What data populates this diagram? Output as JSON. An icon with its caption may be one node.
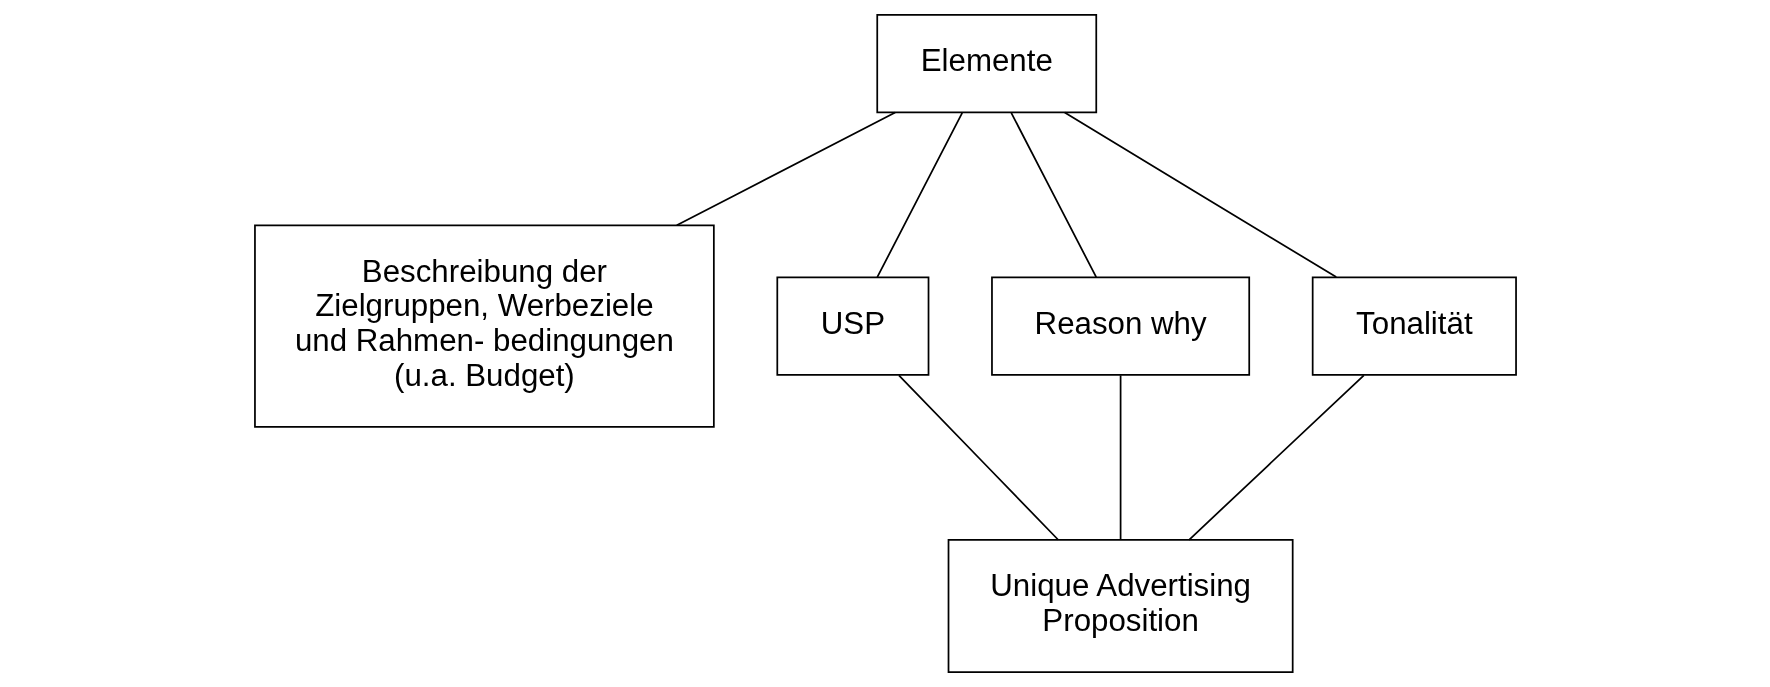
{
  "diagram": {
    "nodes": [
      {
        "text": [
          "Elemente"
        ]
      },
      {
        "text": [
          "Beschreibung der Zielgruppen, Werbeziele und Rahmen- bedingungen (u.a. Budget)"
        ]
      },
      {
        "text": [
          "USP"
        ]
      },
      {
        "text": [
          "Reason why"
        ]
      },
      {
        "text": [
          "Tonalität"
        ]
      },
      {
        "text": [
          "Unique Advertising Proposition"
        ]
      }
    ],
    "edges": [
      {
        "from": 0,
        "to": 1,
        "arrow": "none"
      },
      {
        "from": 0,
        "to": 2,
        "arrow": "none"
      },
      {
        "from": 0,
        "to": 3,
        "arrow": "none"
      },
      {
        "from": 0,
        "to": 4,
        "arrow": "none"
      },
      {
        "from": 2,
        "to": 5,
        "arrow": "none"
      },
      {
        "from": 3,
        "to": 5,
        "arrow": "none"
      },
      {
        "from": 4,
        "to": 5,
        "arrow": "none"
      }
    ]
  }
}
